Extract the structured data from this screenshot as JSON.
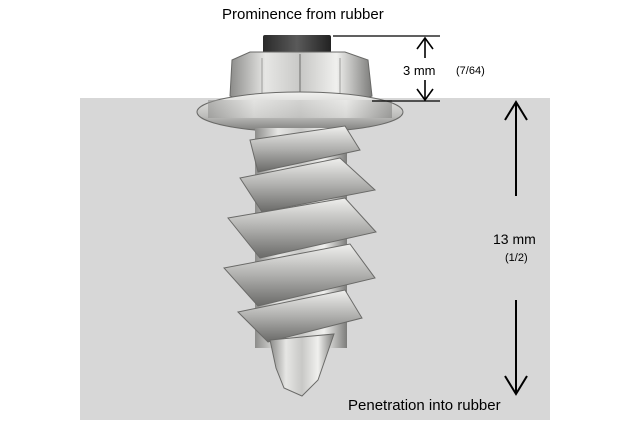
{
  "captions": {
    "top": "Prominence from rubber",
    "bottom": "Penetration into rubber"
  },
  "dimensions": {
    "prominence": {
      "value": "3 mm",
      "fraction": "(7/64)"
    },
    "penetration": {
      "value": "13 mm",
      "fraction": "(1/2)"
    }
  },
  "colors": {
    "rubber": "#d7d7d7",
    "metal_light": "#e2e2e0",
    "metal_mid": "#b5b5b3",
    "metal_dark": "#6e6e6c",
    "carbide_tip": "#3a3a3a",
    "arrow": "#000000"
  }
}
